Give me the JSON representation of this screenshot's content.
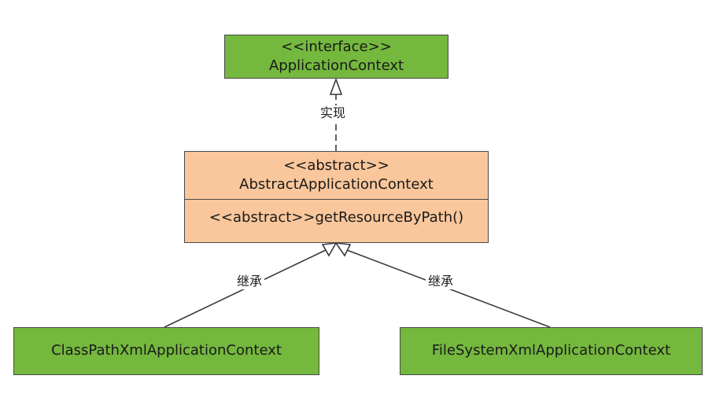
{
  "interface_class": {
    "stereotype": "<<interface>>",
    "name": "ApplicationContext"
  },
  "abstract_class": {
    "stereotype": "<<abstract>>",
    "name": "AbstractApplicationContext",
    "method": "<<abstract>>getResourceByPath()"
  },
  "subclasses": [
    {
      "name": "ClassPathXmlApplicationContext"
    },
    {
      "name": "FileSystemXmlApplicationContext"
    }
  ],
  "relations": {
    "realize_label": "实现",
    "inherit_label_left": "继承",
    "inherit_label_right": "继承"
  },
  "colors": {
    "green_fill": "#74b83e",
    "orange_fill": "#f9c79b",
    "border": "#4a4a4a"
  }
}
